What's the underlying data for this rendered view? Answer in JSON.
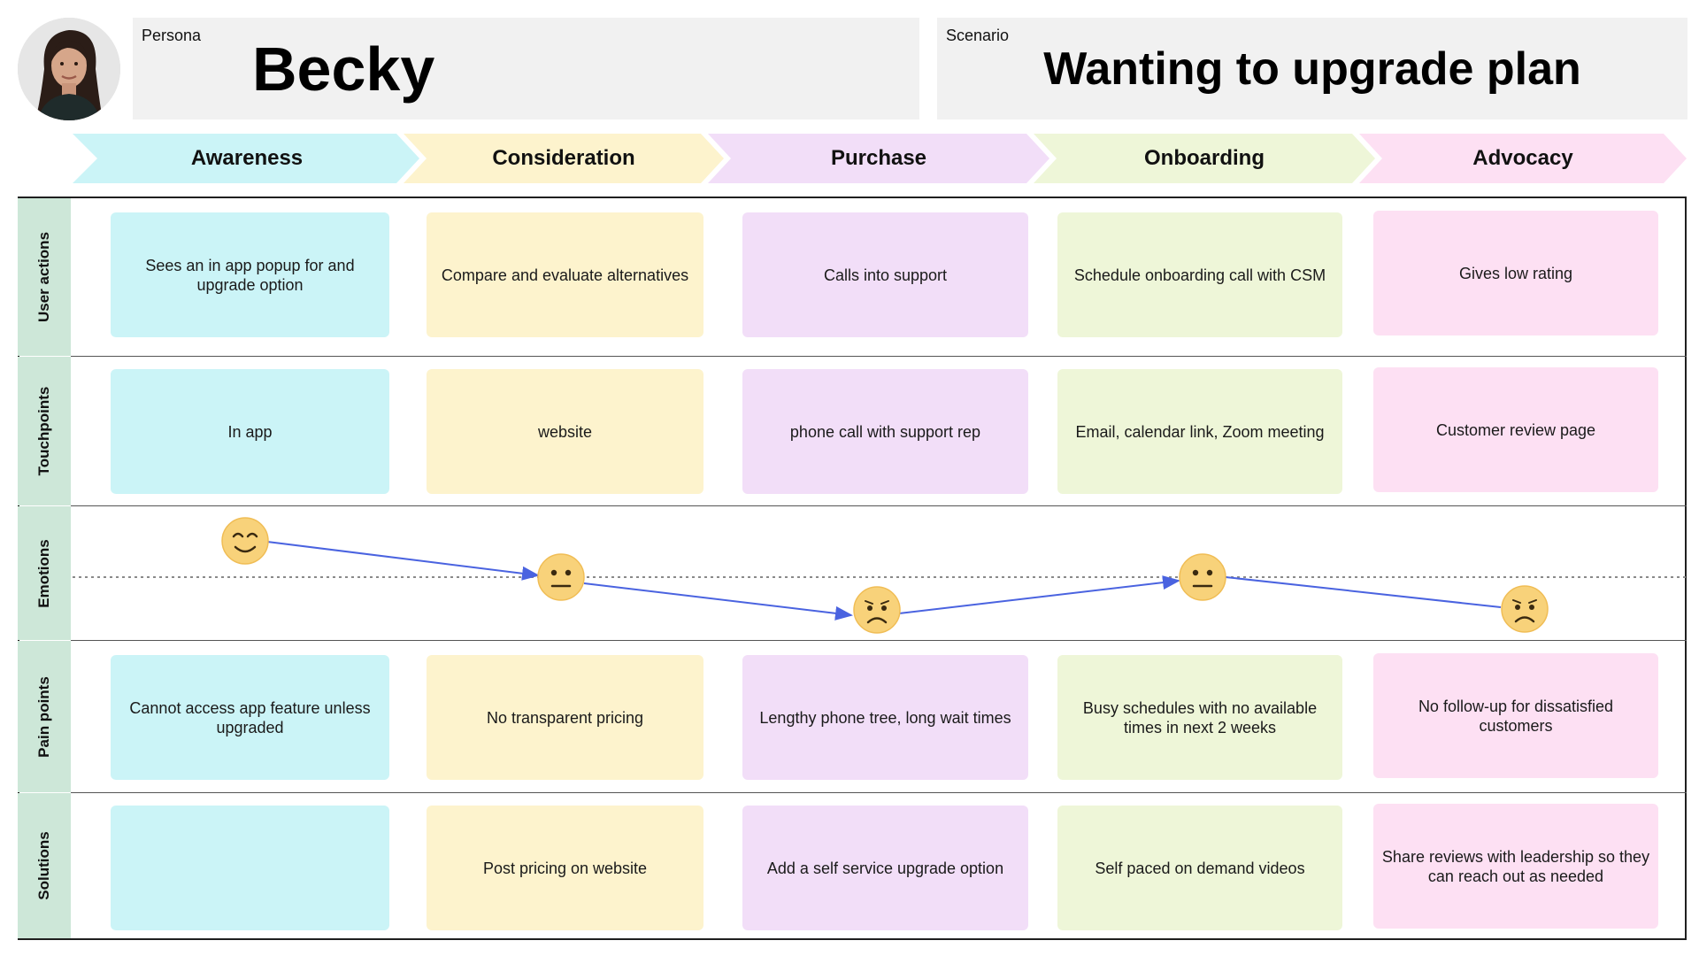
{
  "persona": {
    "label": "Persona",
    "name": "Becky"
  },
  "scenario": {
    "label": "Scenario",
    "title": "Wanting to upgrade plan"
  },
  "stages": [
    "Awareness",
    "Consideration",
    "Purchase",
    "Onboarding",
    "Advocacy"
  ],
  "row_labels": [
    "User actions",
    "Touchpoints",
    "Emotions",
    "Pain points",
    "Solutions"
  ],
  "user_actions": [
    "Sees an in app popup for and upgrade option",
    "Compare and evaluate alternatives",
    "Calls into support",
    "Schedule onboarding call with CSM",
    "Gives low rating"
  ],
  "touchpoints": [
    "In app",
    "website",
    "phone call with support rep",
    "Email, calendar link, Zoom meeting",
    "Customer review page"
  ],
  "emotions": [
    "happy",
    "neutral",
    "sad",
    "neutral",
    "sad"
  ],
  "pain_points": [
    "Cannot access app feature unless upgraded",
    "No transparent pricing",
    "Lengthy phone tree, long wait times",
    "Busy schedules with no available times in next 2 weeks",
    "No follow-up for dissatisfied customers"
  ],
  "solutions": [
    "",
    "Post pricing on website",
    "Add a self service upgrade option",
    "Self paced on demand videos",
    "Share reviews with leadership so they can reach out as needed"
  ],
  "colors": {
    "awareness": "#cbf4f7",
    "consideration": "#fdf3cd",
    "purchase": "#f2def8",
    "onboarding": "#eef6d8",
    "advocacy": "#fde0f3",
    "row_label": "#cde7d8",
    "emotion_line": "#4a63e0"
  },
  "icons": {
    "avatar": "persona-photo",
    "emotion_happy": "smiling-face-icon",
    "emotion_neutral": "neutral-face-icon",
    "emotion_sad": "frowning-face-icon"
  }
}
